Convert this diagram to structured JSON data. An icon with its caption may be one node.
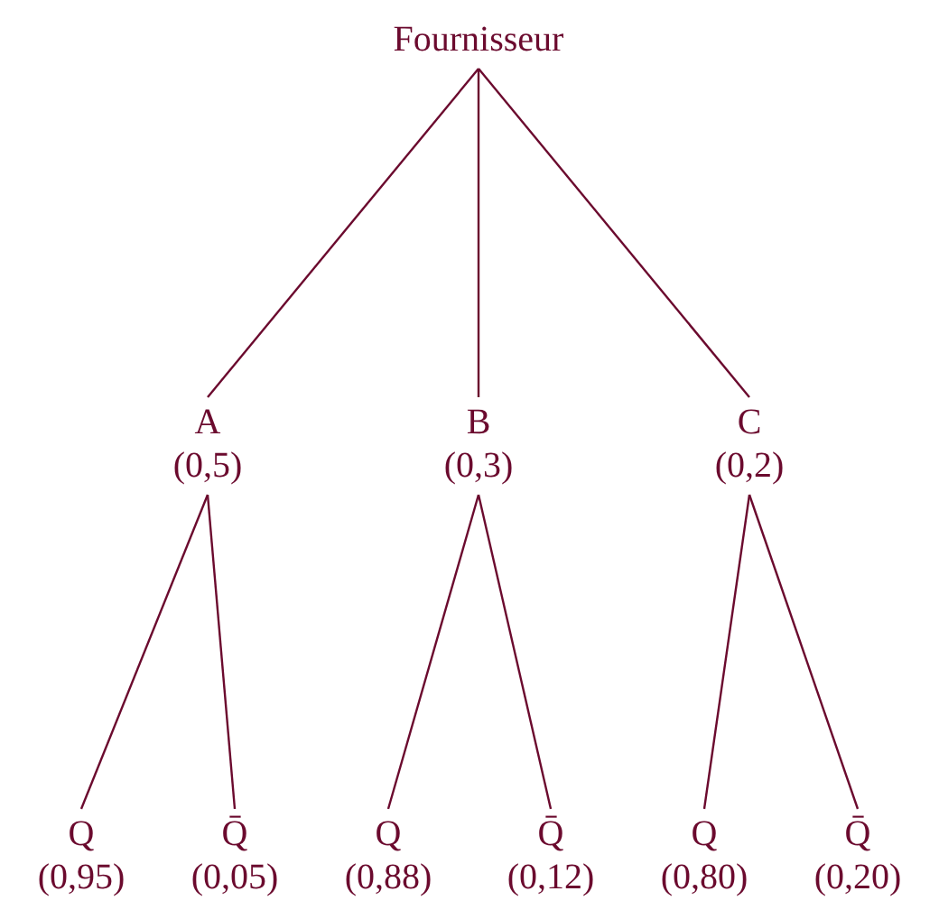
{
  "diagram": {
    "nodes": [
      {
        "text": [
          "Fournisseur"
        ]
      },
      {
        "text": [
          "A",
          "(0,5)"
        ]
      },
      {
        "text": [
          "B",
          "(0,3)"
        ]
      },
      {
        "text": [
          "C",
          "(0,2)"
        ]
      },
      {
        "text": [
          "Q",
          "(0,95)"
        ]
      },
      {
        "text": [
          "Q̄",
          "(0,05)"
        ]
      },
      {
        "text": [
          "Q",
          "(0,88)"
        ]
      },
      {
        "text": [
          "Q̄",
          "(0,12)"
        ]
      },
      {
        "text": [
          "Q",
          "(0,80)"
        ]
      },
      {
        "text": [
          "Q̄",
          "(0,20)"
        ]
      }
    ],
    "edges": [
      {
        "from": 0,
        "to": 1,
        "arrow": "none"
      },
      {
        "from": 0,
        "to": 2,
        "arrow": "none"
      },
      {
        "from": 0,
        "to": 3,
        "arrow": "none"
      },
      {
        "from": 1,
        "to": 4,
        "arrow": "none"
      },
      {
        "from": 1,
        "to": 5,
        "arrow": "none"
      },
      {
        "from": 2,
        "to": 6,
        "arrow": "none"
      },
      {
        "from": 2,
        "to": 7,
        "arrow": "none"
      },
      {
        "from": 3,
        "to": 8,
        "arrow": "none"
      },
      {
        "from": 3,
        "to": 9,
        "arrow": "none"
      }
    ]
  }
}
